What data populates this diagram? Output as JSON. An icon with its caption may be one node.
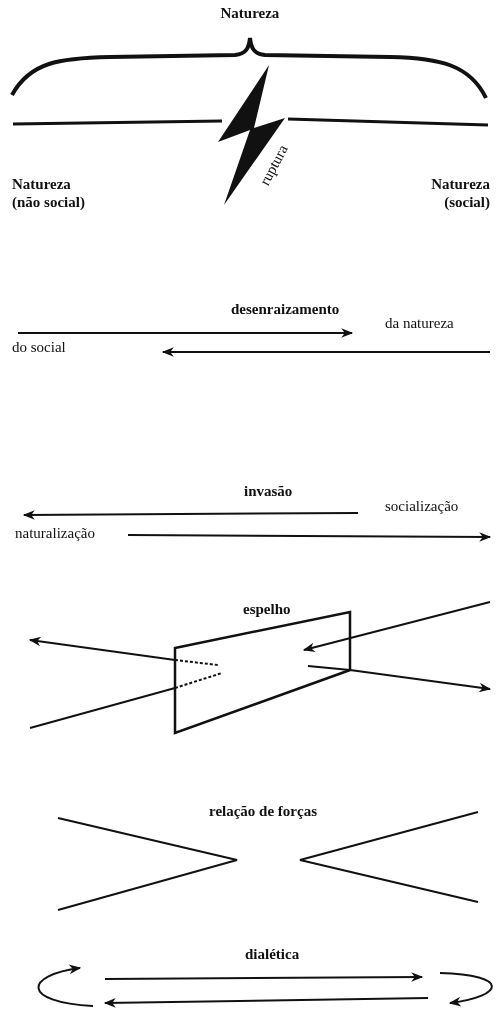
{
  "diagram": {
    "labels": [
      "Natureza",
      "ruptura",
      "Natureza (não social)",
      "Natureza (social)",
      "desenraizamento",
      "da natureza",
      "do social",
      "invasão",
      "socialização",
      "naturalização",
      "espelho",
      "relação de forças",
      "dialética"
    ]
  }
}
